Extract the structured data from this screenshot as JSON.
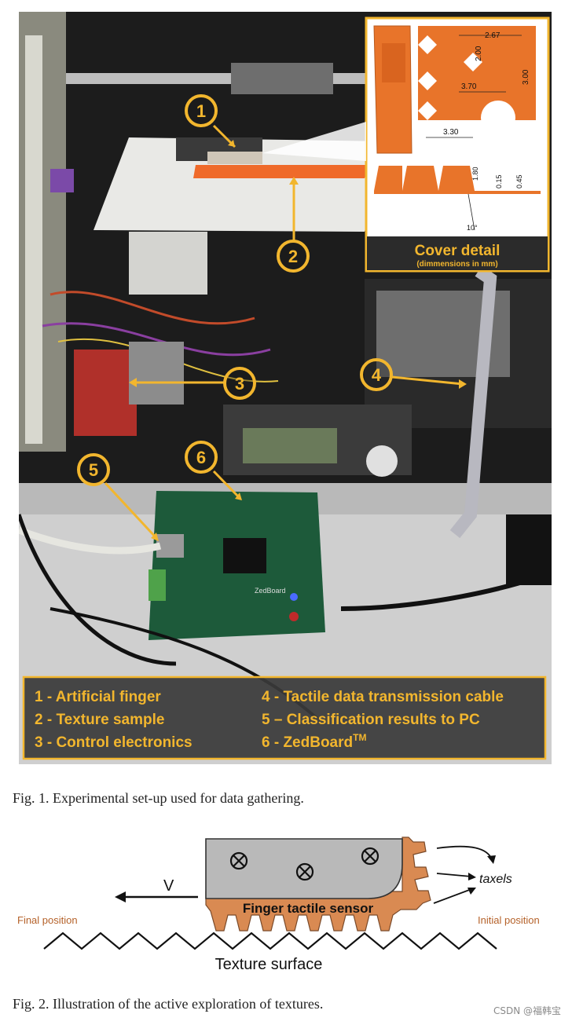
{
  "figure1": {
    "inset": {
      "title": "Cover detail",
      "subtitle": "(dimmensions in mm)",
      "dims": {
        "d1": "2.67",
        "d2": "2.00",
        "d3": "3.00",
        "d4": "3.70",
        "d5": "3.30",
        "d6": "1.80",
        "d7": "0.15",
        "d8": "0.45",
        "angle": "10°"
      }
    },
    "markers": [
      "1",
      "2",
      "3",
      "4",
      "5",
      "6"
    ],
    "legend": {
      "left": [
        "1 - Artificial finger",
        "2 - Texture sample",
        "3 - Control electronics"
      ],
      "right": [
        "4 - Tactile data transmission cable",
        "5 – Classification results to PC",
        "6 - ZedBoard"
      ],
      "tm": "TM"
    },
    "board_label": "ZedBoard",
    "caption": "Fig. 1.   Experimental set-up used for data gathering."
  },
  "figure2": {
    "velocity_label": "V",
    "sensor_label": "Finger tactile sensor",
    "taxels_label": "taxels",
    "final_position": "Final position",
    "initial_position": "Initial position",
    "surface_label": "Texture surface",
    "caption": "Fig. 2.   Illustration of the active exploration of textures."
  },
  "watermark": "CSDN @福韩宝",
  "colors": {
    "accent": "#f2b62e",
    "copper": "#d98a52",
    "orange_print": "#e8742a"
  }
}
